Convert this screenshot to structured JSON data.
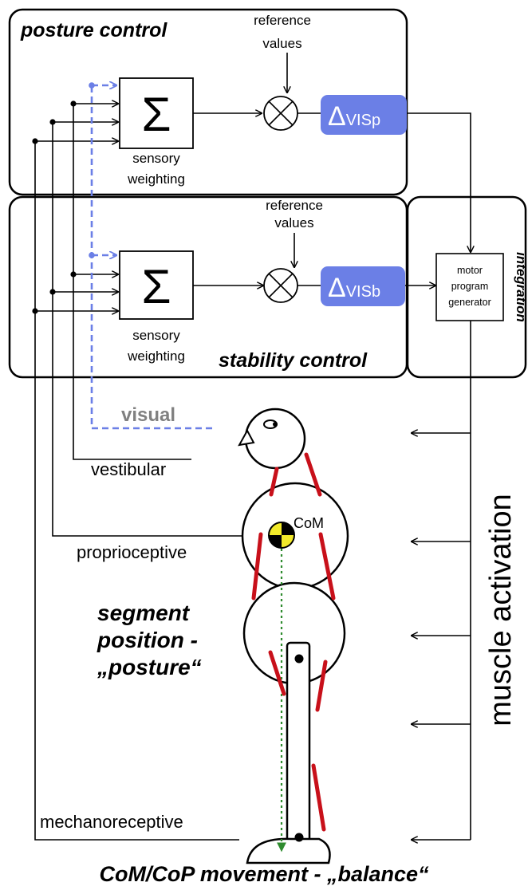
{
  "posture_control": {
    "title": "posture control",
    "reference_values": [
      "reference",
      "values"
    ],
    "sum_symbol": "Σ",
    "sum_label": [
      "sensory",
      "weighting"
    ],
    "delta_symbol": "Δ",
    "delta_subscript": "VISp"
  },
  "stability_control": {
    "title": "stability control",
    "reference_values": [
      "reference",
      "values"
    ],
    "sum_symbol": "Σ",
    "sum_label": [
      "sensory",
      "weighting"
    ],
    "delta_symbol": "Δ",
    "delta_subscript": "VISb"
  },
  "integration": {
    "title": "integration",
    "generator_label": [
      "motor",
      "program",
      "generator"
    ]
  },
  "inputs": {
    "visual": "visual",
    "vestibular": "vestibular",
    "proprioceptive": "proprioceptive",
    "mechanoreceptive": "mechanoreceptive"
  },
  "body": {
    "com_label": "CoM",
    "segment_label": [
      "segment",
      "position -",
      "„posture“"
    ],
    "balance_label": "CoM/CoP movement - „balance“"
  },
  "muscle_activation": "muscle activation",
  "colors": {
    "delta_box": "#6b7fe6",
    "visual_line": "#6b7fe6",
    "visual_text": "#808080",
    "muscle": "#c8101a",
    "com_line": "#2e8b2e",
    "com_yellow": "#f2ea2a"
  }
}
